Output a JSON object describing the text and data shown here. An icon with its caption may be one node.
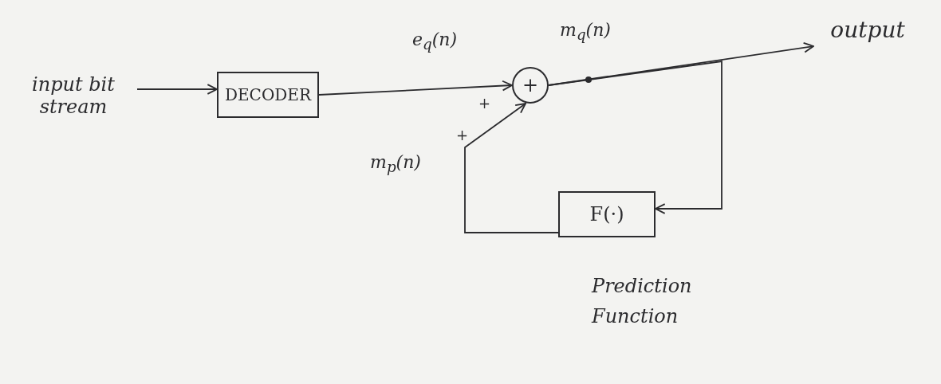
{
  "diagram": {
    "nodes": [
      {
        "text": [
          "input bit stream"
        ]
      },
      {
        "text": [
          "DECODER"
        ]
      },
      {
        "text": [
          "+"
        ]
      },
      {
        "text": [
          "output"
        ]
      },
      {
        "text": [
          "F(·)"
        ],
        "beside": [
          "Prediction Function"
        ]
      }
    ],
    "edges": [
      {
        "from": 0,
        "to": 1,
        "arrow": "to"
      },
      {
        "from": 1,
        "to": 2,
        "arrow": "to",
        "label": "e$_{q}$(n)"
      },
      {
        "from": 2,
        "to": 3,
        "arrow": "to",
        "label": "m$_{q}$(n)"
      },
      {
        "from": 2,
        "to": 4,
        "arrow": "to"
      },
      {
        "from": 4,
        "to": 2,
        "arrow": "to",
        "label": "m$_{p}$(n)"
      }
    ],
    "labels": [
      "+",
      "+"
    ]
  }
}
